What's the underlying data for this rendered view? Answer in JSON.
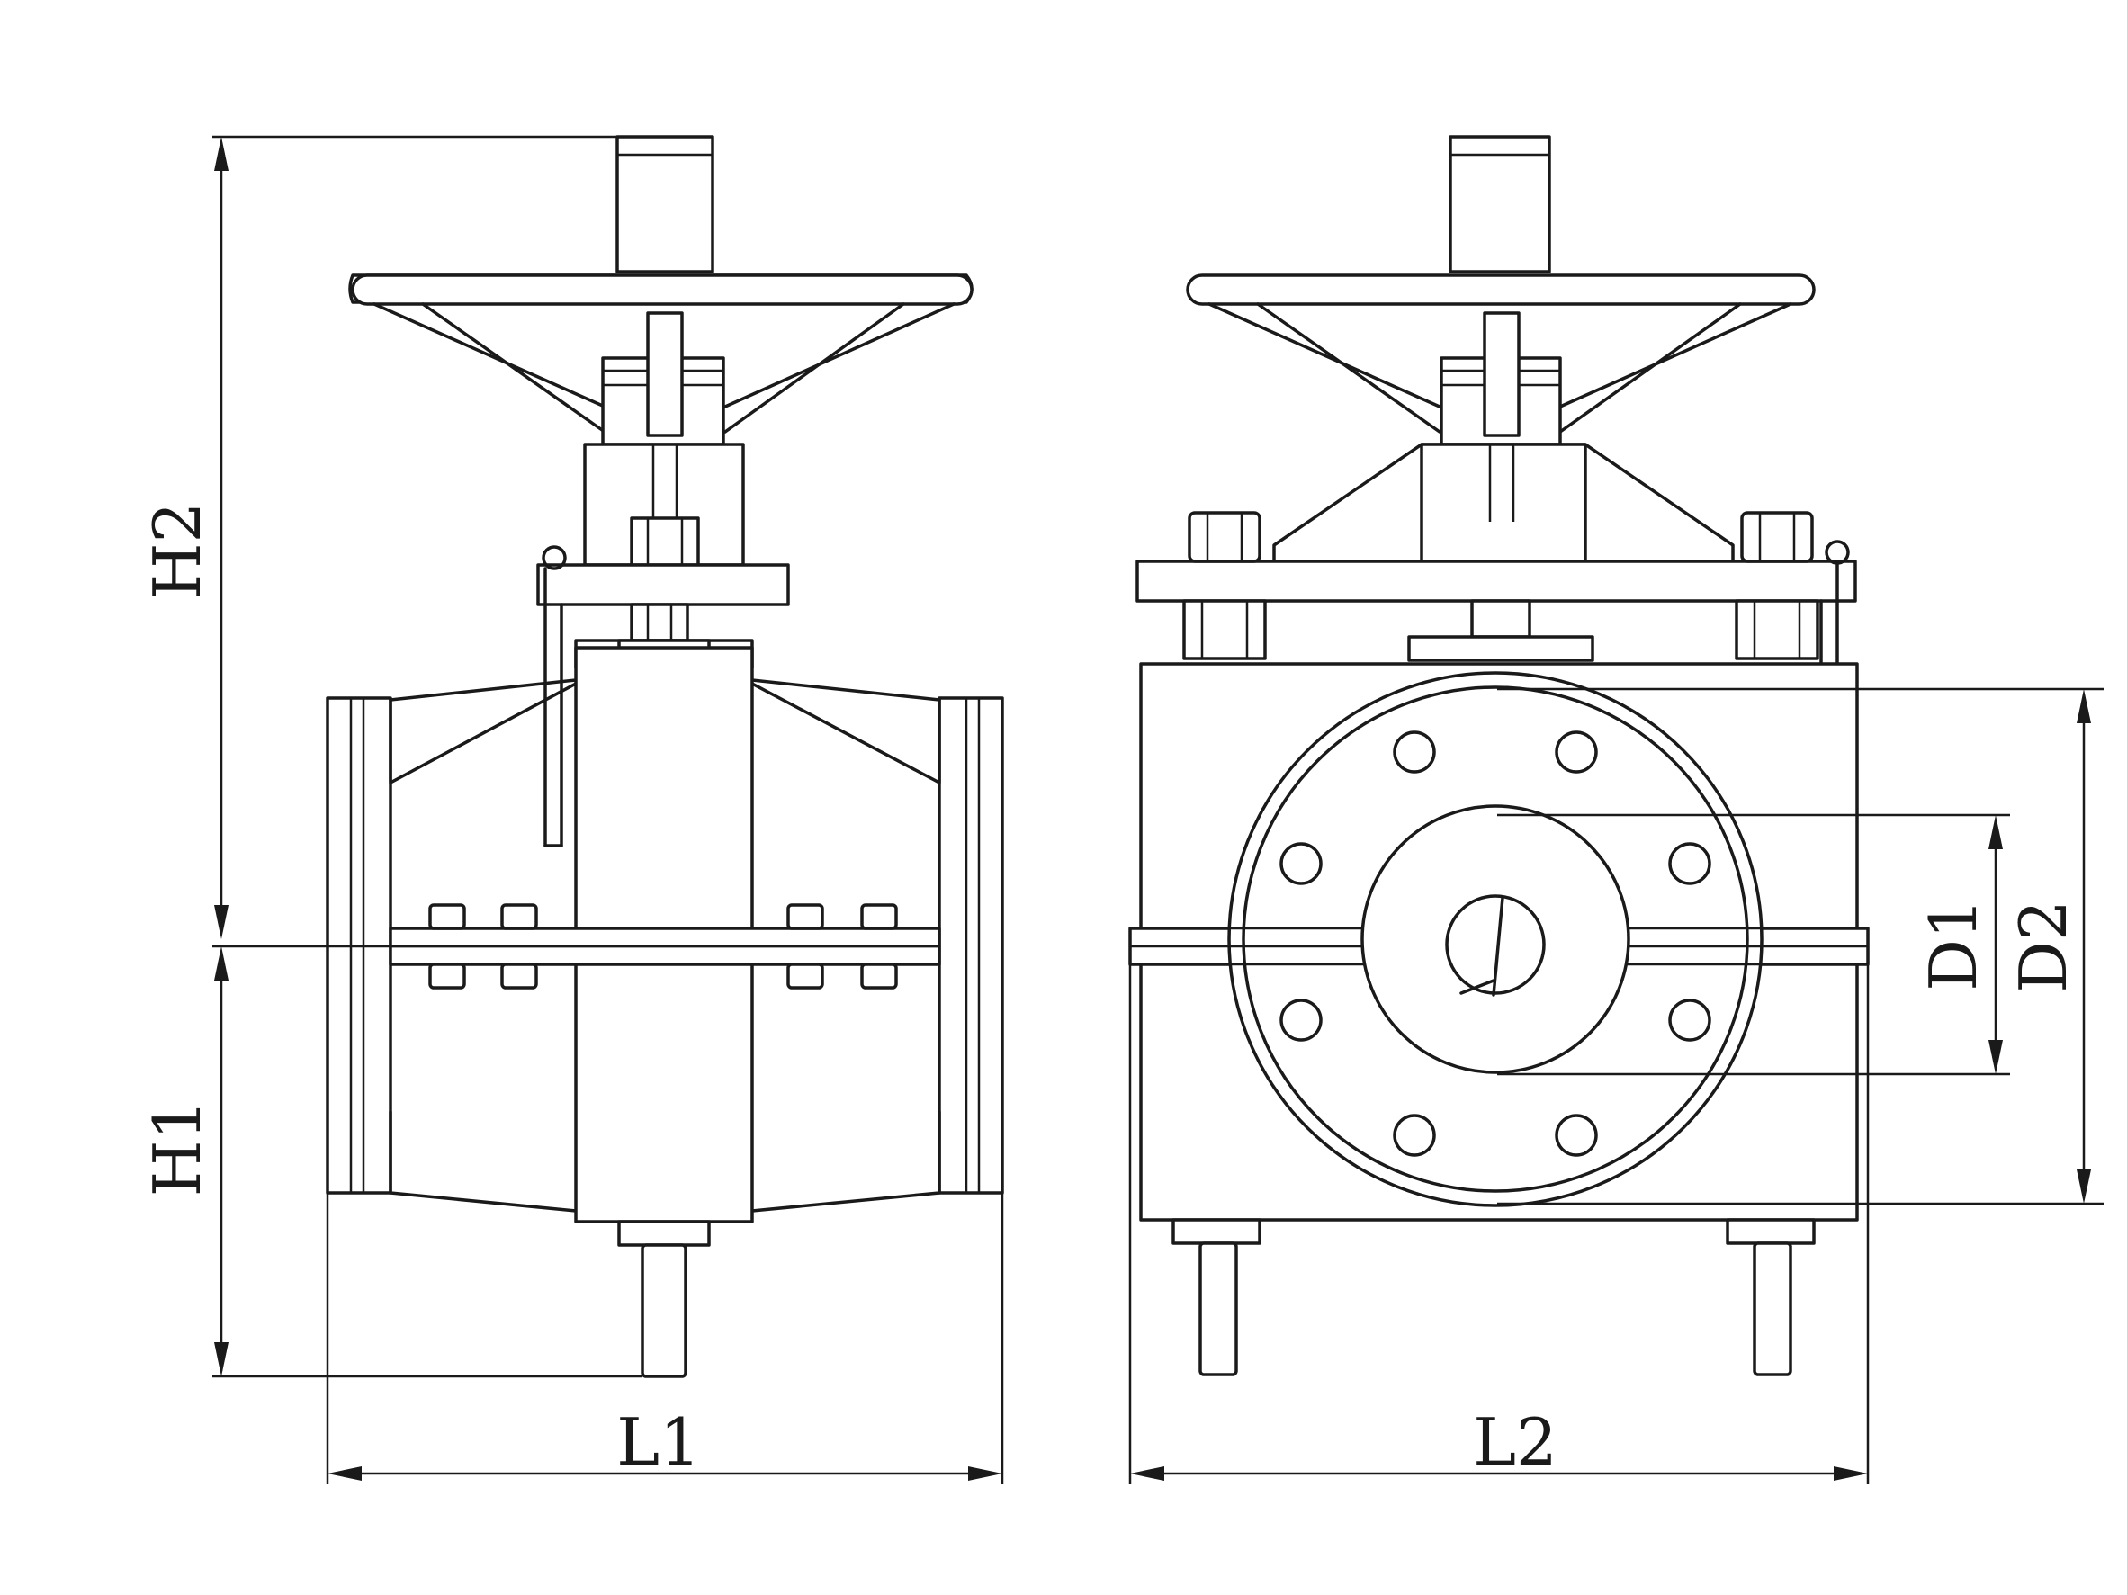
{
  "labels": {
    "H2": "H2",
    "H1": "H1",
    "L1": "L1",
    "L2": "L2",
    "D1": "D1",
    "D2": "D2"
  },
  "colors": {
    "line": "#1a1a1a",
    "background": "#ffffff"
  }
}
